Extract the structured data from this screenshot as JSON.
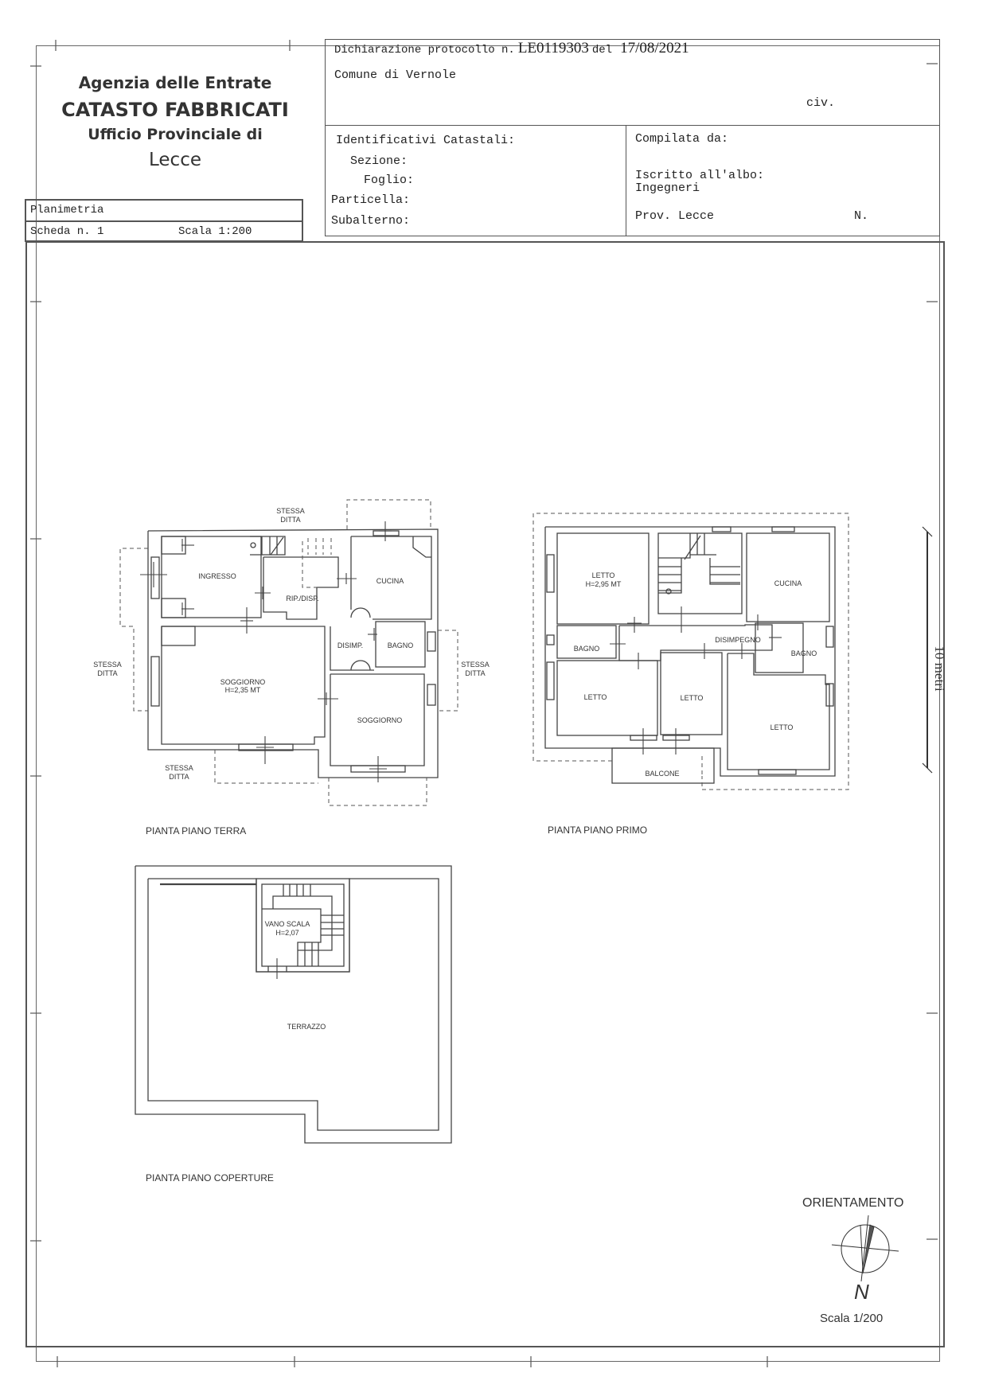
{
  "header": {
    "agency": "Agenzia delle Entrate",
    "catasto": "CATASTO FABBRICATI",
    "office": "Ufficio Provinciale di",
    "province": "Lecce",
    "protocol_line": "Dichiarazione protocollo n. LE0119303 del 17/08/2021",
    "protocol_prefix": "Dichiarazione protocollo n.",
    "protocol_number": "LE0119303",
    "protocol_del": "del",
    "protocol_date": "17/08/2021",
    "comune": "Comune di Vernole",
    "civico": "civ.",
    "identificativi": {
      "title": "Identificativi Catastali:",
      "sezione": "Sezione:",
      "foglio": "Foglio:",
      "particella": "Particella:",
      "subalterno": "Subalterno:"
    },
    "compilata": {
      "title": "Compilata da:",
      "albo": "Iscritto all'albo:",
      "albo_value": "Ingegneri",
      "prov": "Prov. Lecce",
      "numero": "N."
    },
    "planimetria": "Planimetria",
    "scheda": "Scheda n. 1",
    "scala": "Scala 1:200"
  },
  "plans": {
    "piano_terra": {
      "caption": "PIANTA PIANO TERRA",
      "rooms": {
        "ingresso": "INGRESSO",
        "rip": "RIP./DISP.",
        "cucina": "CUCINA",
        "disimp": "DISIMP.",
        "bagno": "BAGNO",
        "soggiorno1": "SOGGIORNO",
        "soggiorno1_h": "H=2,35 MT",
        "soggiorno2": "SOGGIORNO"
      },
      "neighbors": {
        "top_1": "STESSA",
        "top_2": "DITTA",
        "left_1": "STESSA",
        "left_2": "DITTA",
        "right_1": "STESSA",
        "right_2": "DITTA",
        "bottom_1": "STESSA",
        "bottom_2": "DITTA"
      }
    },
    "piano_primo": {
      "caption": "PIANTA PIANO PRIMO",
      "rooms": {
        "letto1": "LETTO",
        "letto1_h": "H=2,95 MT",
        "cucina": "CUCINA",
        "bagno1": "BAGNO",
        "disimpegno": "DISIMPEGNO",
        "bagno2": "BAGNO",
        "letto2": "LETTO",
        "letto3": "LETTO",
        "letto4": "LETTO",
        "balcone": "BALCONE"
      }
    },
    "piano_coperture": {
      "caption": "PIANTA PIANO COPERTURE",
      "rooms": {
        "vano_scala": "VANO SCALA",
        "vano_scala_h": "H=2,07",
        "terrazzo": "TERRAZZO"
      }
    }
  },
  "scale_bar": {
    "label": "10 metri"
  },
  "orientation": {
    "title": "ORIENTAMENTO",
    "north": "N",
    "scale": "Scala 1/200"
  }
}
